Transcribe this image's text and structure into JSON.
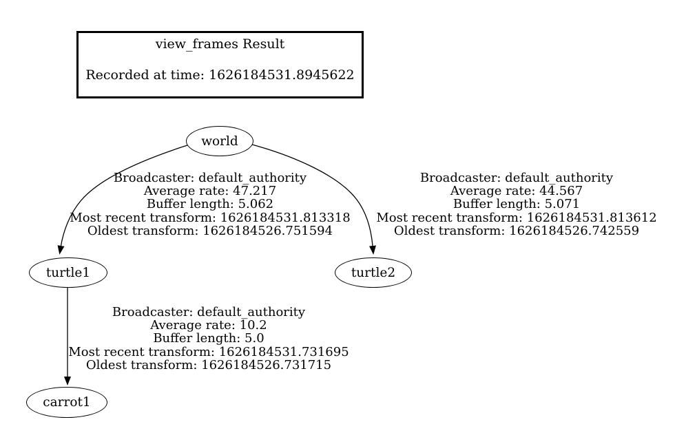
{
  "colors": {
    "background": "#ffffff",
    "ink": "#000000"
  },
  "title_box": {
    "title": "view_frames Result",
    "recorded_at": "Recorded at time: 1626184531.8945622"
  },
  "nodes": {
    "world": {
      "label": "world"
    },
    "turtle1": {
      "label": "turtle1"
    },
    "turtle2": {
      "label": "turtle2"
    },
    "carrot1": {
      "label": "carrot1"
    }
  },
  "edges": [
    {
      "from": "world",
      "to": "turtle1",
      "lines": [
        "Broadcaster: default_authority",
        "Average rate: 47.217",
        "Buffer length: 5.062",
        "Most recent transform: 1626184531.813318",
        "Oldest transform: 1626184526.751594"
      ]
    },
    {
      "from": "world",
      "to": "turtle2",
      "lines": [
        "Broadcaster: default_authority",
        "Average rate: 44.567",
        "Buffer length: 5.071",
        "Most recent transform: 1626184531.813612",
        "Oldest transform: 1626184526.742559"
      ]
    },
    {
      "from": "turtle1",
      "to": "carrot1",
      "lines": [
        "Broadcaster: default_authority",
        "Average rate: 10.2",
        "Buffer length: 5.0",
        "Most recent transform: 1626184531.731695",
        "Oldest transform: 1626184526.731715"
      ]
    }
  ]
}
